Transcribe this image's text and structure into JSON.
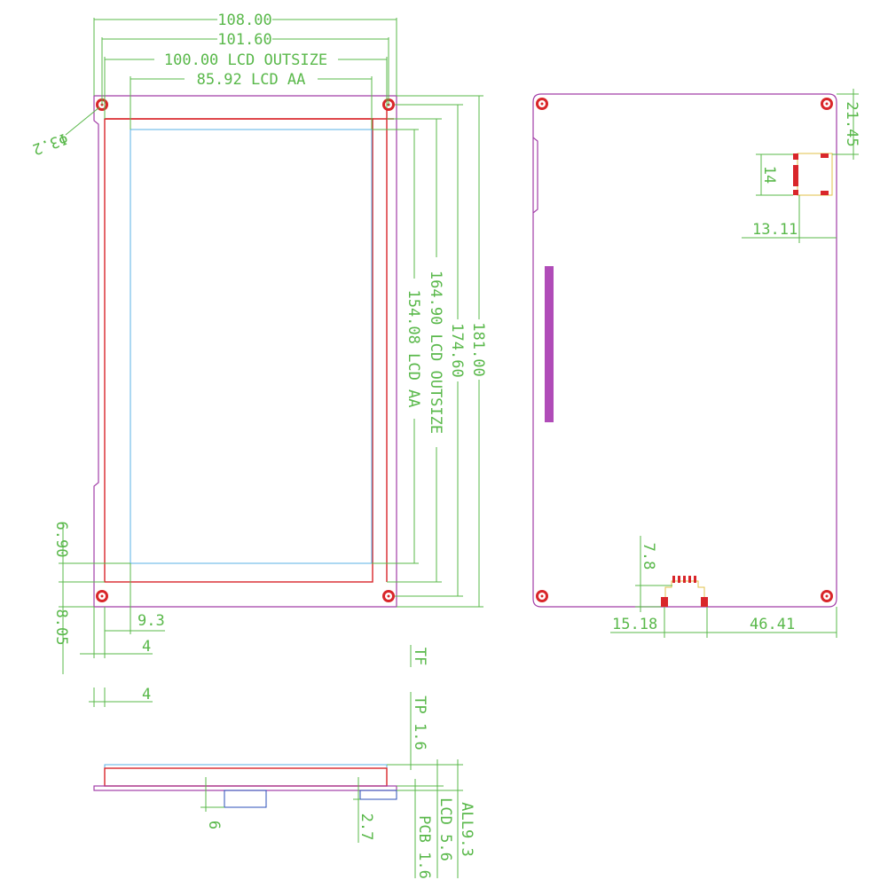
{
  "front_view": {
    "width_overall": "108.00",
    "width_holes": "101.60",
    "width_lcd_outsize": "100.00 LCD OUTSIZE",
    "width_lcd_aa": "85.92 LCD AA",
    "height_overall": "181.00",
    "height_holes": "174.60",
    "height_lcd_outsize": "164.90 LCD OUTSIZE",
    "height_lcd_aa": "154.08 LCD AA",
    "hole_diameter": "Φ3.2",
    "offset_left_bottom": "6.90",
    "offset_bottom": "8.05",
    "offset_aa_left": "9.3",
    "offset_hole": "4"
  },
  "back_view": {
    "top_offset": "21.45",
    "connector_height": "14",
    "connector_offset": "13.11",
    "bottom_conn_height": "7.8",
    "bottom_conn_left": "15.18",
    "bottom_conn_right": "46.41"
  },
  "side_view": {
    "tf_label": "TF",
    "tp_label": "TP 1.6",
    "all_label": "ALL9.3",
    "lcd_label": "LCD 5.6",
    "pcb_label": "PCB 1.6",
    "dim_6": "6",
    "dim_2_7": "2.7",
    "dim_4": "4"
  },
  "colors": {
    "dimension": "#59b84a",
    "pcb": "#a23ea8",
    "lcd": "#d9262a",
    "active_area": "#5ab2e6",
    "fpc": "#e0c24a",
    "connector": "#2b4fb8"
  }
}
